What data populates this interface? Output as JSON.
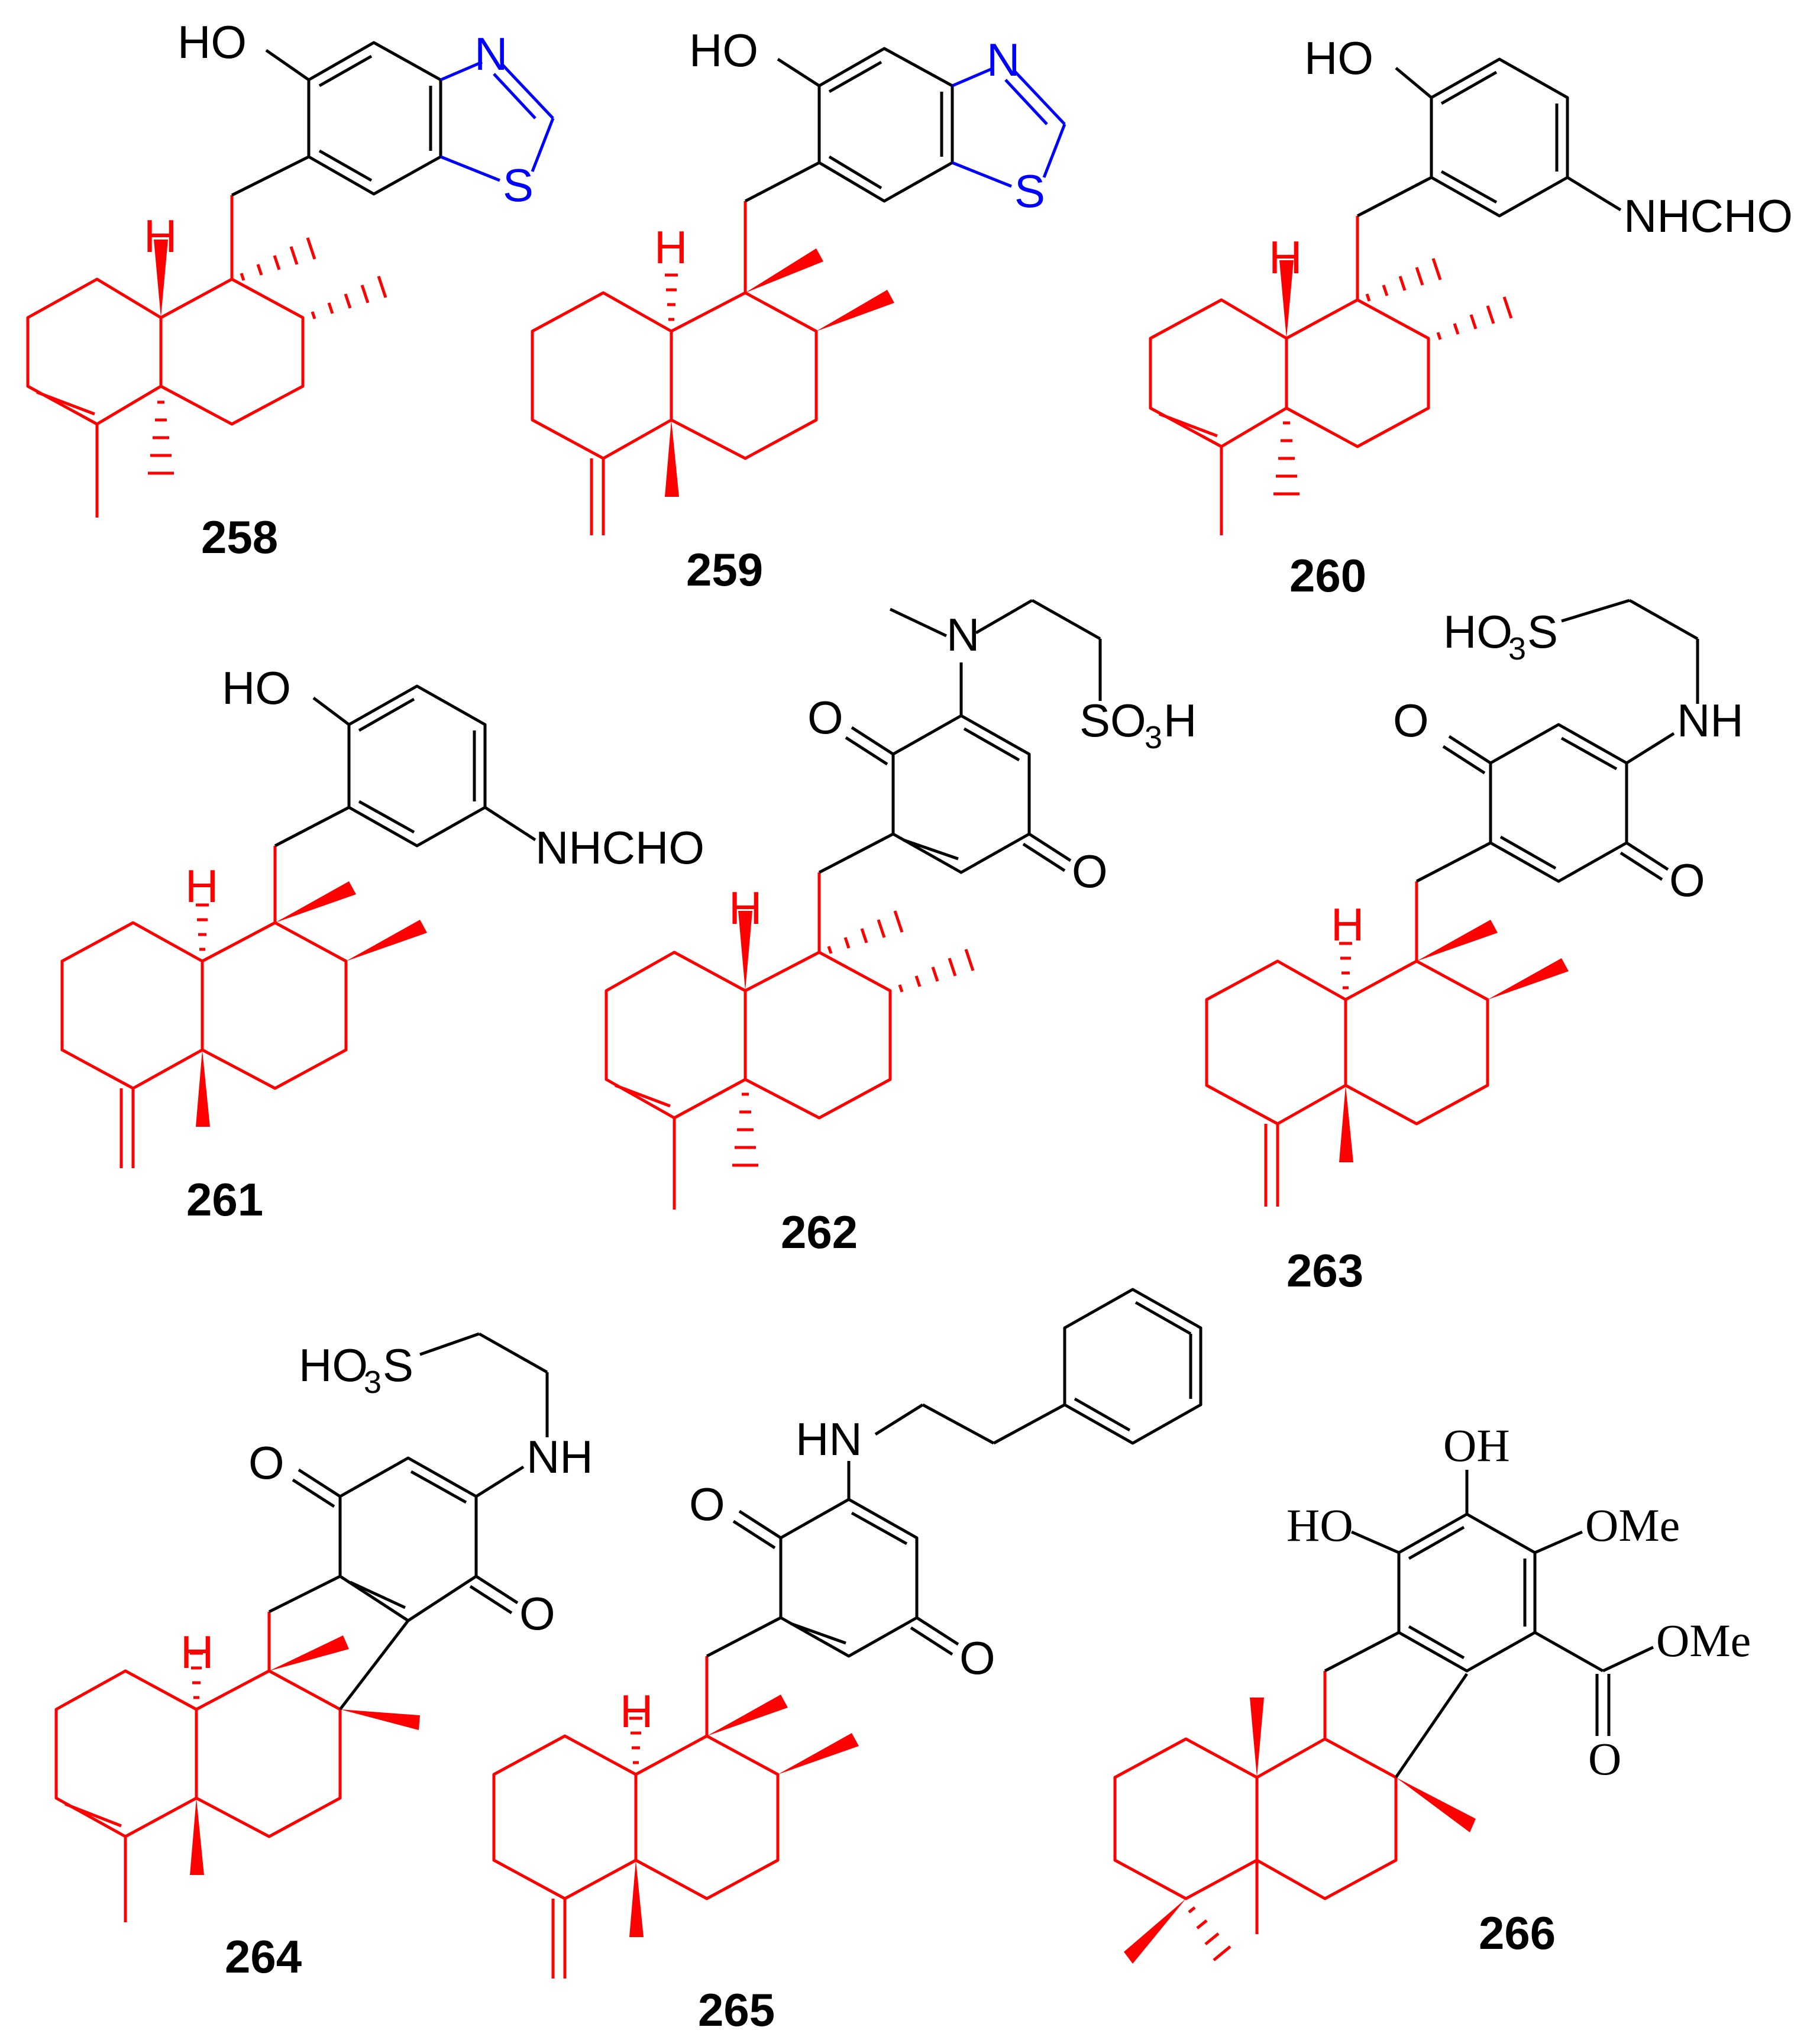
{
  "colors": {
    "skeleton": "#ff0000",
    "bond": "#000000",
    "heteroatom_blue": "#0000ff"
  },
  "compounds": [
    {
      "number": "258",
      "labels": {
        "oh": "HO",
        "h": "H",
        "n": "N",
        "s": "S"
      }
    },
    {
      "number": "259",
      "labels": {
        "oh": "HO",
        "h": "H",
        "n": "N",
        "s": "S"
      }
    },
    {
      "number": "260",
      "labels": {
        "oh": "HO",
        "h": "H",
        "sub": "NHCHO"
      }
    },
    {
      "number": "261",
      "labels": {
        "oh": "HO",
        "h": "H",
        "sub": "NHCHO"
      }
    },
    {
      "number": "262",
      "labels": {
        "n": "N",
        "so3h_a": "SO",
        "so3h_b": "3",
        "so3h_c": "H",
        "o1": "O",
        "o2": "O",
        "h": "H"
      }
    },
    {
      "number": "263",
      "labels": {
        "ho3s_a": "HO",
        "ho3s_b": "3",
        "ho3s_c": "S",
        "nh": "NH",
        "o1": "O",
        "o2": "O",
        "h": "H"
      }
    },
    {
      "number": "264",
      "labels": {
        "ho3s_a": "HO",
        "ho3s_b": "3",
        "ho3s_c": "S",
        "nh": "NH",
        "o1": "O",
        "o2": "O",
        "h": "H"
      }
    },
    {
      "number": "265",
      "labels": {
        "hn": "HN",
        "o1": "O",
        "o2": "O",
        "h": "H"
      }
    },
    {
      "number": "266",
      "labels": {
        "oh": "OH",
        "ho": "HO",
        "ome1": "OMe",
        "ome2": "OMe",
        "o": "O"
      }
    }
  ]
}
